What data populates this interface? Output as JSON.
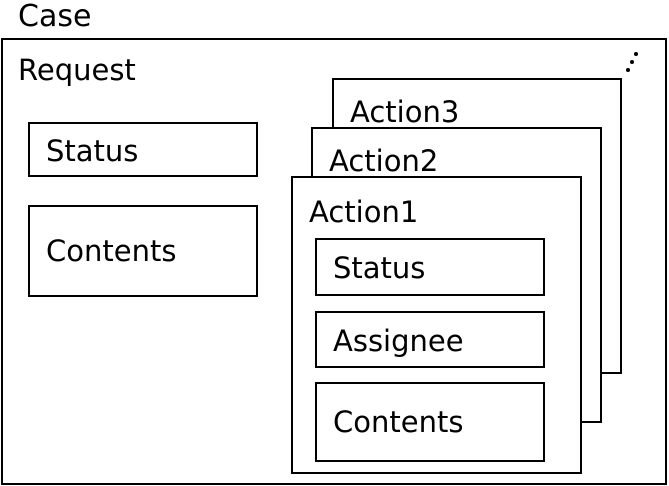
{
  "case": {
    "label": "Case",
    "request": {
      "label": "Request",
      "status": "Status",
      "contents": "Contents"
    },
    "actions": [
      {
        "label": "Action3"
      },
      {
        "label": "Action2"
      },
      {
        "label": "Action1",
        "status": "Status",
        "assignee": "Assignee",
        "contents": "Contents"
      }
    ]
  }
}
